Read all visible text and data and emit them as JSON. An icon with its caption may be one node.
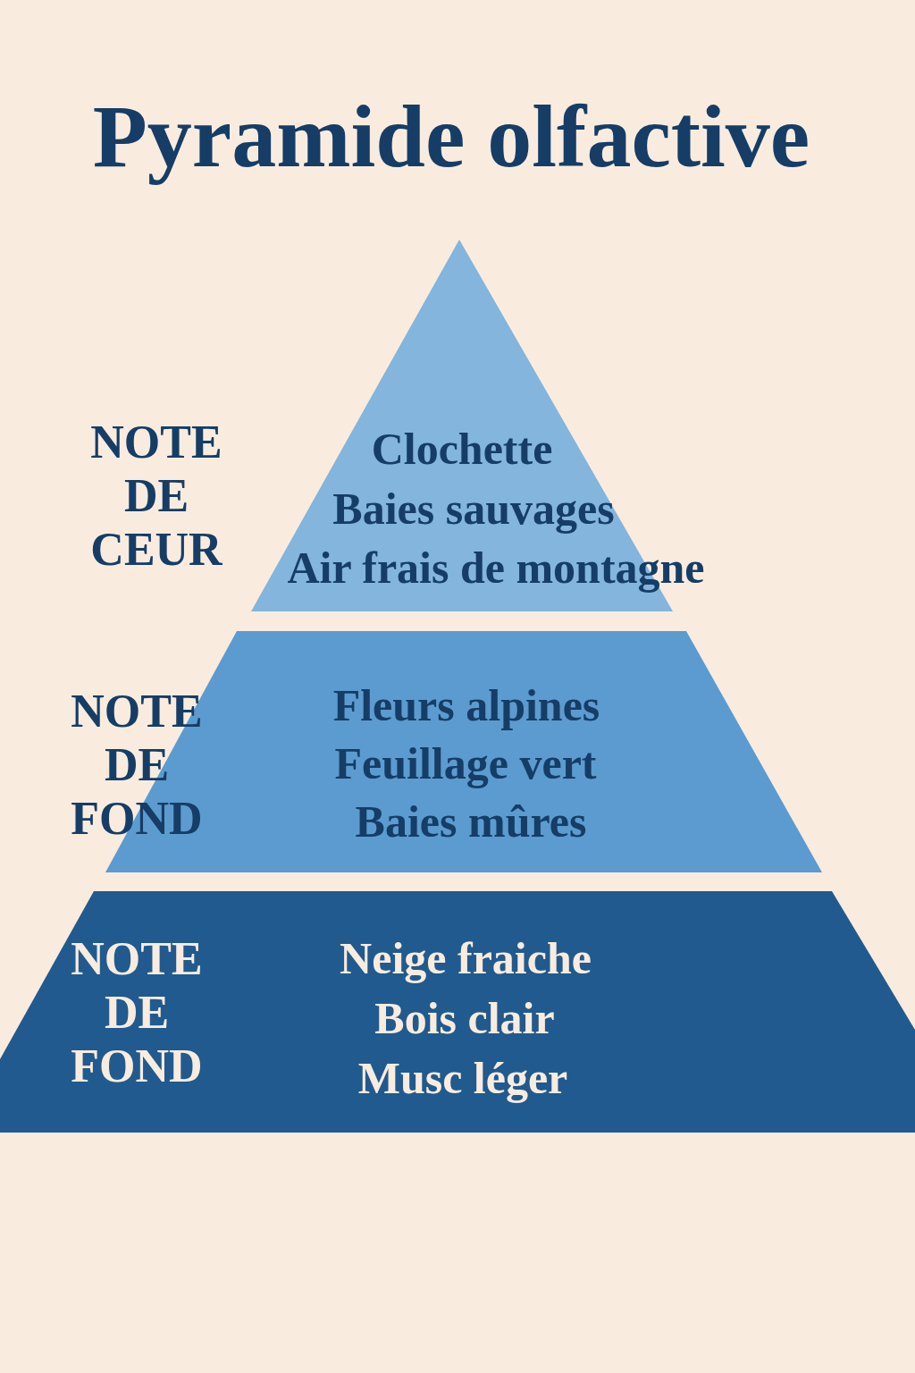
{
  "diagram": {
    "title": "Pyramide olfactive",
    "nodes": [
      {
        "text": [
          "NOTE DE CEUR",
          "Clochette",
          "Baies sauvages",
          "Air frais de montagne"
        ]
      },
      {
        "text": [
          "NOTE DE FOND",
          "Fleurs alpines",
          "Feuillage vert",
          "Baies mûres"
        ]
      },
      {
        "text": [
          "NOTE DE FOND",
          "Neige fraiche",
          "Bois clair",
          "Musc léger"
        ]
      }
    ]
  }
}
